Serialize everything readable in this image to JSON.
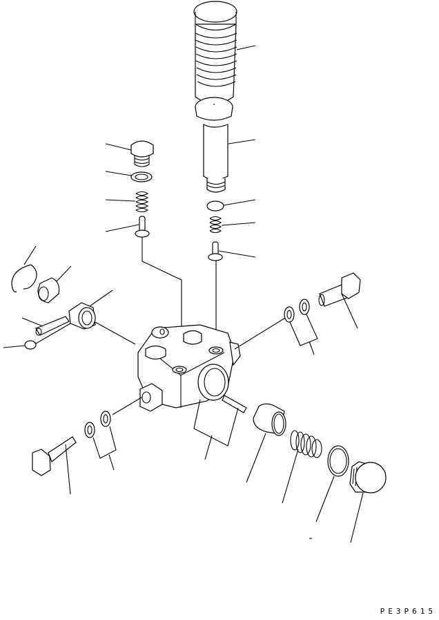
{
  "diagram": {
    "type": "exploded-parts-view",
    "subject": "fuel feed pump assembly",
    "drawing_code": "PE3P615",
    "colors": {
      "line": "#000000",
      "background": "#ffffff"
    },
    "parts": [
      {
        "id": "cap",
        "name": "rubber cap (bellows)"
      },
      {
        "id": "priming-pump",
        "name": "priming pump"
      },
      {
        "id": "plug-left",
        "name": "plug"
      },
      {
        "id": "gasket-left",
        "name": "gasket"
      },
      {
        "id": "spring-left",
        "name": "spring"
      },
      {
        "id": "valve-left",
        "name": "valve"
      },
      {
        "id": "oring-right",
        "name": "o-ring"
      },
      {
        "id": "spring-right",
        "name": "spring"
      },
      {
        "id": "valve-right",
        "name": "valve"
      },
      {
        "id": "snap-ring",
        "name": "snap ring"
      },
      {
        "id": "roller",
        "name": "roller"
      },
      {
        "id": "tappet",
        "name": "tappet"
      },
      {
        "id": "pin",
        "name": "pin"
      },
      {
        "id": "push-rod",
        "name": "push rod"
      },
      {
        "id": "pump-body",
        "name": "pump body"
      },
      {
        "id": "eye-bolt-right",
        "name": "joint bolt"
      },
      {
        "id": "washers-right",
        "name": "washers"
      },
      {
        "id": "eye-bolt-left",
        "name": "joint bolt"
      },
      {
        "id": "washers-left",
        "name": "washers"
      },
      {
        "id": "piston-pin",
        "name": "pin"
      },
      {
        "id": "piston",
        "name": "piston"
      },
      {
        "id": "piston-spring",
        "name": "spring"
      },
      {
        "id": "plug-gasket",
        "name": "gasket"
      },
      {
        "id": "screw-plug",
        "name": "plug"
      }
    ]
  }
}
